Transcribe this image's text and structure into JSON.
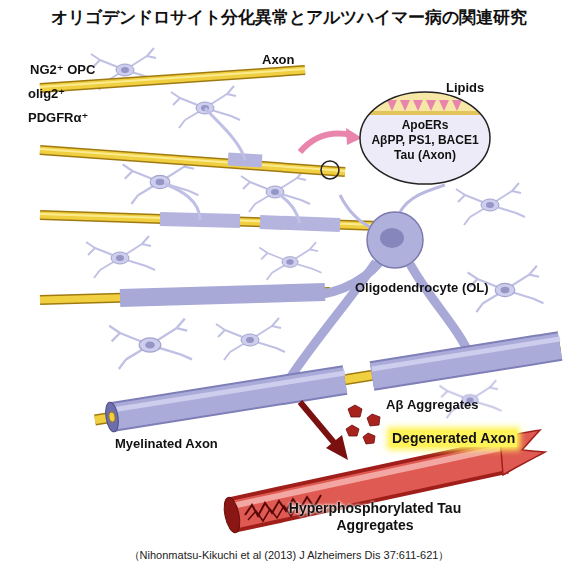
{
  "diagram": {
    "title": "オリゴデンドロサイト分化異常とアルツハイマー病の関連研究",
    "caption": "（Nihonmatsu-Kikuchi et al (2013) J Alzheimers Dis 37:611-621）",
    "nodes": [
      {
        "text": [
          "ApoERs",
          "AβPP, PS1, BACE1",
          "Tau (Axon)"
        ]
      }
    ],
    "labels": [
      "NG2⁺ OPC",
      "olig2⁺",
      "PDGFRα⁺",
      "Axon",
      "Lipids",
      "Oligodendrocyte (OL)",
      "Myelinated Axon",
      "Aβ Aggregates",
      "Degenerated Axon",
      "Hyperphosphorylated Tau Aggregates"
    ]
  }
}
